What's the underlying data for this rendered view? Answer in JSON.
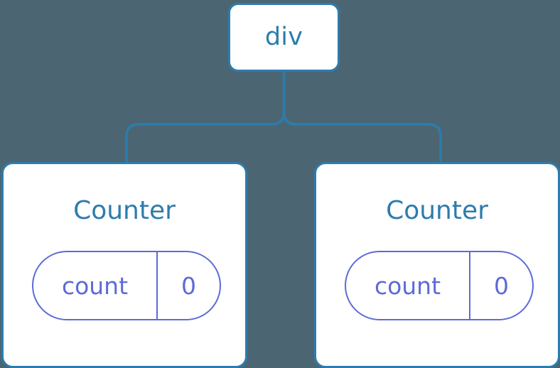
{
  "diagram": {
    "type": "component-tree",
    "background_color": "#4b6672",
    "node_fill": "#ffffff",
    "node_stroke": "#2d7cad",
    "label_color": "#2d7cad",
    "state_color": "#5c6bd6",
    "root": {
      "label": "div",
      "tag": "div"
    },
    "children": [
      {
        "label": "Counter",
        "state": {
          "key": "count",
          "value": "0"
        }
      },
      {
        "label": "Counter",
        "state": {
          "key": "count",
          "value": "0"
        }
      }
    ],
    "edges": [
      {
        "from": "div",
        "to": "Counter-0"
      },
      {
        "from": "div",
        "to": "Counter-1"
      }
    ]
  }
}
